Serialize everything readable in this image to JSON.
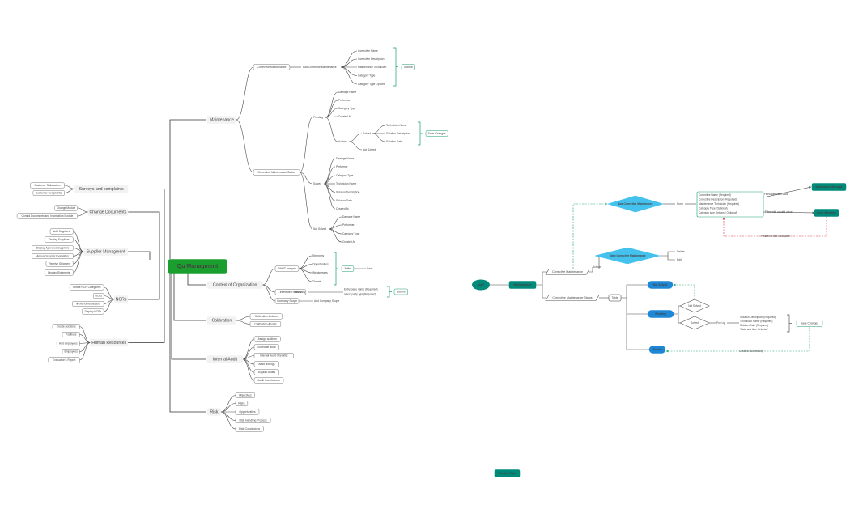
{
  "root": "Qu Managment",
  "left_branches": [
    {
      "label": "Surveys and complaints",
      "children": [
        "Customer Satisfaction",
        "Customer Complaints"
      ]
    },
    {
      "label": "Change Documents",
      "children": [
        "Change Module",
        "Control Documents and Information Module"
      ]
    },
    {
      "label": "Supplier Managment",
      "children": [
        "Add Suppliers",
        "Display Suppliers",
        "Display Approved Suppliers",
        "Annual Supplier Evaluation",
        "Receive Shipment",
        "Display Shipments"
      ]
    },
    {
      "label": "NCRs",
      "children": [
        "Create NCR Categories",
        "NCRs",
        "NCRs for requesters",
        "Display NCRs"
      ]
    },
    {
      "label": "Human Resources",
      "children": [
        "Create positions",
        "Positions",
        "Add employees",
        "Employees",
        "Evaluation's Report"
      ]
    }
  ],
  "right_branches": {
    "maintenance": {
      "label": "Maintenance",
      "corrective": "Corrective Maintenance",
      "add_cm": "Add Corrective Maintenance",
      "add_fields": [
        "Corrective Name",
        "Corrective Description",
        "Maintenance Technician",
        "Category Type",
        "Category Type Options"
      ],
      "submit": "Submit",
      "status": "Corrective Maintenance Status",
      "pending": "Pending",
      "pending_fields": [
        "Damage Name",
        "Performer",
        "Category Type",
        "Created At"
      ],
      "actions": "Actions",
      "solved_action": "Solved",
      "solved_fields_a": [
        "Technician Name",
        "Solution Description",
        "Solution Date"
      ],
      "save_changes": "Save Changes",
      "not_solved_action": "Not Solved",
      "solved": "Solved",
      "solved_fields": [
        "Damage Name",
        "Performer",
        "Category Type",
        "Technician Name",
        "Solution Description",
        "Solution Date",
        "Created At"
      ],
      "not_solved": "Not Solved",
      "not_solved_fields": [
        "Damage Name",
        "Performer",
        "Category Type",
        "Created At"
      ]
    },
    "context": {
      "label": "Context of Organization",
      "swot": "SWOT analysis",
      "swot_items": [
        "Strengths",
        "Opportunities",
        "Weaknesses",
        "Threats"
      ],
      "edits": "Edits",
      "save": "Save",
      "interested": "Interested Parties",
      "add_party": "Add party",
      "party_line1": "Entry party name (Required)",
      "party_line2": "select party type(Required)",
      "submit": "Submit",
      "scope": "Company Scope",
      "add_scope": "Add Company Scope"
    },
    "calibration": {
      "label": "Calibration",
      "children": [
        "Calibration Actions",
        "Calibration Assets"
      ]
    },
    "audit": {
      "label": "Internal Audit",
      "children": [
        "Assign auditors",
        "Schedule audit",
        "Internal Audit Checklist",
        "Audit findings",
        "Display Audits",
        "Audit Conclusions"
      ]
    },
    "risk": {
      "label": "Risk",
      "children": [
        "Objectives",
        "Risks",
        "Opportunities",
        "Risk Handling Process",
        "Risk Conclusions"
      ]
    }
  },
  "flow": {
    "start": "start",
    "maintenance": "Maintenance",
    "corrective": "Corrective Maintenance",
    "actions": "Actions",
    "add_cm": "Add Corrective Maintenance",
    "form": "Form",
    "form_lines": [
      "Corrective Name (Required)",
      "Corrective Description (Required)",
      "Maintenance Technician (Required)",
      "Category Type (Optional)",
      "Category type Options ( Optional)"
    ],
    "filled_valid": "Filled with valid value",
    "filled_unvalid": "Filled with unvalid value",
    "success": "Successful Message",
    "error": "Error Message",
    "please": "Please fill with valid value",
    "table_cm": "Table Corrective Maintenance",
    "delete": "Delete",
    "edit": "Edit",
    "status": "Corrective Maintenance Status",
    "table": "Table",
    "not_solved": "Not Solved",
    "pending": "Pending",
    "solved": "Solved",
    "not_solved_diamond": "Not Solved",
    "solved_diamond": "Solved",
    "popup": "Pop Up",
    "popup_lines": [
      "Solution Description (Required)",
      "Technician Name (Required)",
      "Solution Date (Required)",
      "\"Date and time Selector\""
    ],
    "save_changes": "Save Changes",
    "created": "Created Successfully",
    "floating": "Floating Topic"
  },
  "colors": {
    "root": "#1a9f2e",
    "teal": "#008a7a",
    "blue": "#1e88d6",
    "cyan": "#45c1ee",
    "red": "#d6354a",
    "line": "#4a4a4a"
  }
}
